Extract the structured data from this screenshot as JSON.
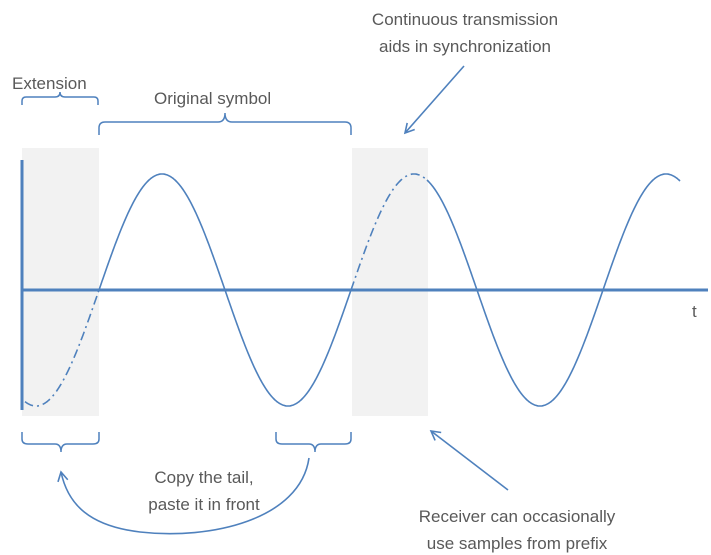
{
  "labels": {
    "extension": "Extension",
    "original_symbol": "Original symbol",
    "continuous_line1": "Continuous transmission",
    "continuous_line2": "aids in synchronization",
    "copy_line1": "Copy the tail,",
    "copy_line2": "paste it in front",
    "receiver_line1": "Receiver can occasionally",
    "receiver_line2": "use samples from prefix",
    "time_axis": "t"
  },
  "colors": {
    "accent": "#4f81bd",
    "text": "#595959",
    "shade": "#f2f2f2"
  }
}
